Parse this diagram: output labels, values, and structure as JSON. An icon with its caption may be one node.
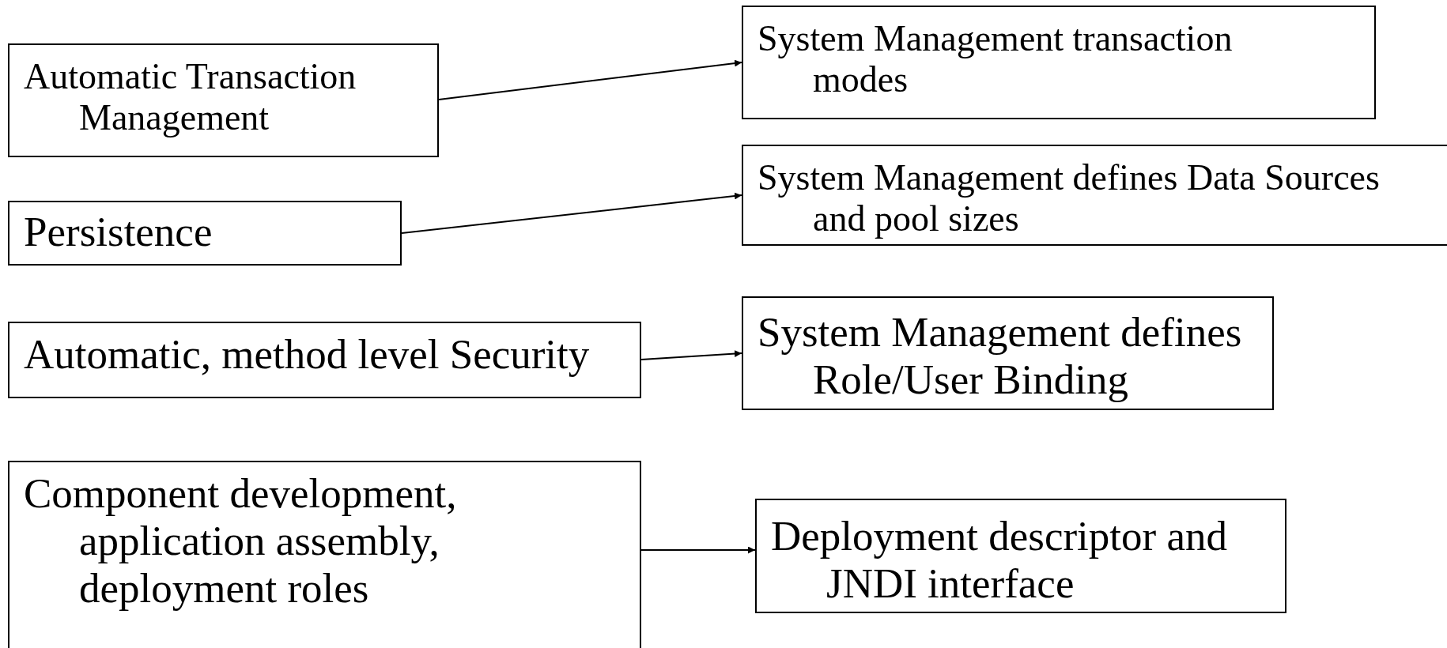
{
  "diagram": {
    "nodes": [
      {
        "text": [
          "Automatic Transaction Management"
        ]
      },
      {
        "text": [
          "System Management transaction modes"
        ]
      },
      {
        "text": [
          "Persistence"
        ]
      },
      {
        "text": [
          "System Management defines Data Sources and pool sizes"
        ]
      },
      {
        "text": [
          "Automatic, method level Security"
        ]
      },
      {
        "text": [
          "System Management defines Role/User Binding"
        ]
      },
      {
        "text": [
          "Component development, application assembly, deployment roles"
        ]
      },
      {
        "text": [
          "Deployment descriptor and JNDI interface"
        ]
      }
    ],
    "edges": [
      {
        "from": 0,
        "to": 1,
        "arrow": "to"
      },
      {
        "from": 2,
        "to": 3,
        "arrow": "to"
      },
      {
        "from": 4,
        "to": 5,
        "arrow": "to"
      },
      {
        "from": 6,
        "to": 7,
        "arrow": "to"
      }
    ]
  }
}
